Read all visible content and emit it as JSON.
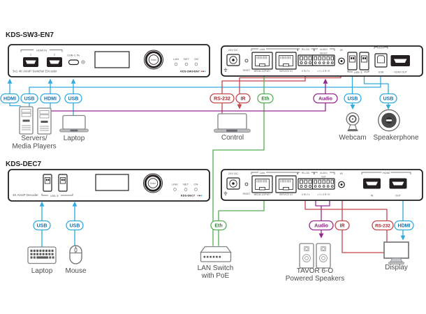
{
  "titles": {
    "encoder": "KDS-SW3-EN7",
    "decoder": "KDS-DEC7"
  },
  "encoder_front": {
    "hdmi_bracket": "HDMI IN",
    "port1": "1",
    "port2": "2",
    "usbc_label": "USB-C IN",
    "description": "3x1 4K AVoIP Switcher Encoder",
    "knob_label": "Enter",
    "led_lan": "LAN",
    "led_net": "NET",
    "led_on": "ON",
    "model_label": "KDS-SW3-EN7"
  },
  "encoder_back": {
    "power_label": "24V DC",
    "reset_label": "RESET",
    "lan_bracket": "LAN",
    "lan_port1_label": "MEDIA 1G/PoE+",
    "lan_port2_label": "SERVICE 1G",
    "rs232_bracket": "RS-232",
    "rs232_pins": "G Rx Tx",
    "audio_bracket": "AUDIO",
    "audio_mode": "IN/OUT",
    "audio_pins": "L+ L G R+ R",
    "ir_label": "IR",
    "usb_bracket": "USB ②",
    "host_bracket": "HOST",
    "usb_host_label": "USB",
    "hdmi_out_label": "HDMI OUT"
  },
  "decoder_front": {
    "description": "4K AVoIP Decoder",
    "usb_bracket": "USB ②",
    "knob_label": "Enter",
    "led_link": "LINK",
    "led_net": "NET",
    "led_on": "ON",
    "model_label": "KDS-DEC7"
  },
  "decoder_back": {
    "power_label": "24V DC",
    "reset_label": "RESET",
    "lan_bracket": "LAN",
    "lan_port1_label": "MEDIA 1G/PoE+",
    "lan_port2_label": "SERVICE 1G",
    "rs232_bracket": "RS-232",
    "rs232_pins": "G Rx Tx",
    "audio_bracket": "AUDIO",
    "audio_mode": "OUT",
    "audio_pins": "L+ L G R+ R",
    "ir_label": "IR",
    "hdmi_bracket": "HDMI",
    "hdmi_in_label": "IN",
    "hdmi_out_label": "OUT"
  },
  "top_links": {
    "hdmi1": "HDMI",
    "usb1": "USB",
    "hdmi2": "HDMI",
    "usb2": "USB",
    "rs232": "RS-232",
    "ir": "IR",
    "eth": "Eth",
    "audio": "Audio",
    "usb_webcam": "USB",
    "usb_speakerphone": "USB"
  },
  "bottom_links": {
    "usb_keyboard": "USB",
    "usb_mouse": "USB",
    "eth": "Eth",
    "audio": "Audio",
    "ir": "IR",
    "rs232": "RS-232",
    "hdmi": "HDMI"
  },
  "captions": {
    "servers_1": "Servers/",
    "servers_2": "Media Players",
    "laptop_source": "Laptop",
    "control": "Control",
    "webcam": "Webcam",
    "speakerphone": "Speakerphone",
    "laptop_usb": "Laptop",
    "mouse": "Mouse",
    "lan_switch_1": "LAN Switch",
    "lan_switch_2": "with PoE",
    "speakers_1": "TAVOR 6-O",
    "speakers_2": "Powered Speakers",
    "display": "Display"
  },
  "colors": {
    "av_link": "#31AADF",
    "serial_link": "#C4454A",
    "ethernet_link": "#54AE54",
    "audio_link": "#93278F",
    "panel_outline": "#231F20",
    "caption_text": "#4D4D4D"
  }
}
